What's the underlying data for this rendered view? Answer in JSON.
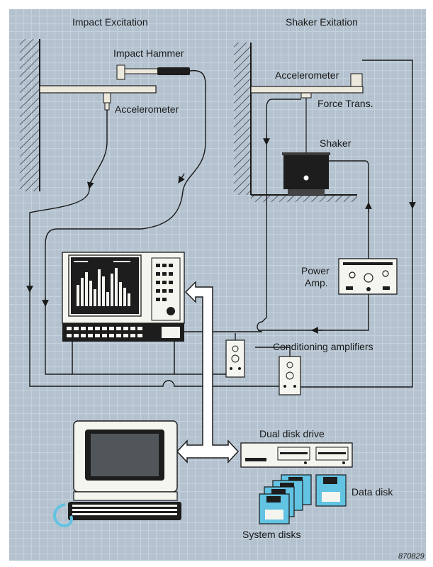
{
  "colors": {
    "background_panel": "#b4c2cf",
    "grid_lines": "#c5d1dc",
    "line_color": "#1a1a1a",
    "disk_color": "#62c3e3",
    "instrument_body": "#f5f5f0",
    "screen_dark": "#1d1d1d"
  },
  "labels": {
    "impact_title": "Impact Excitation",
    "shaker_title": "Shaker Exitation",
    "impact_hammer": "Impact Hammer",
    "accelerometer_left": "Accelerometer",
    "accelerometer_right": "Accelerometer",
    "force_trans": "Force Trans.",
    "shaker": "Shaker",
    "power_amp_line1": "Power",
    "power_amp_line2": "Amp.",
    "conditioning_amplifiers": "Conditioning amplifiers",
    "dual_disk_drive": "Dual disk drive",
    "data_disk": "Data disk",
    "system_disks": "System disks",
    "figure_code": "870829"
  },
  "icons": {
    "hammer": "impact-hammer-icon",
    "accelerometer": "accelerometer-icon",
    "shaker": "shaker-icon",
    "analyzer": "fft-analyzer-icon",
    "computer": "personal-computer-icon",
    "disk_drive": "dual-disk-drive-icon",
    "disk": "floppy-disk-icon",
    "amplifier": "amplifier-module-icon"
  }
}
